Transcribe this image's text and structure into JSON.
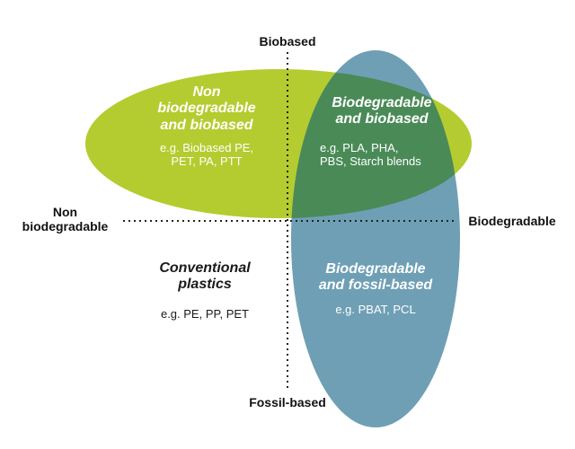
{
  "axes": {
    "top": "Biobased",
    "bottom": "Fossil-based",
    "left": "Non\nbiodegradable",
    "right": "Biodegradable"
  },
  "quadrants": {
    "top_left": {
      "title": "Non\nbiodegradable\nand biobased",
      "examples": "e.g. Biobased PE,\nPET, PA, PTT"
    },
    "top_right": {
      "title": "Biodegradable\nand biobased",
      "examples": "e.g. PLA, PHA,\nPBS, Starch blends"
    },
    "bottom_left": {
      "title": "Conventional\nplastics",
      "examples": "e.g. PE, PP, PET"
    },
    "bottom_right": {
      "title": "Biodegradable\nand fossil-based",
      "examples": "e.g. PBAT, PCL"
    }
  },
  "colors": {
    "biobased_ellipse": "#b4cc2f",
    "biodegradable_ellipse": "#6f9fb5",
    "overlap": "#4a8a57",
    "axis_line": "#222222"
  }
}
